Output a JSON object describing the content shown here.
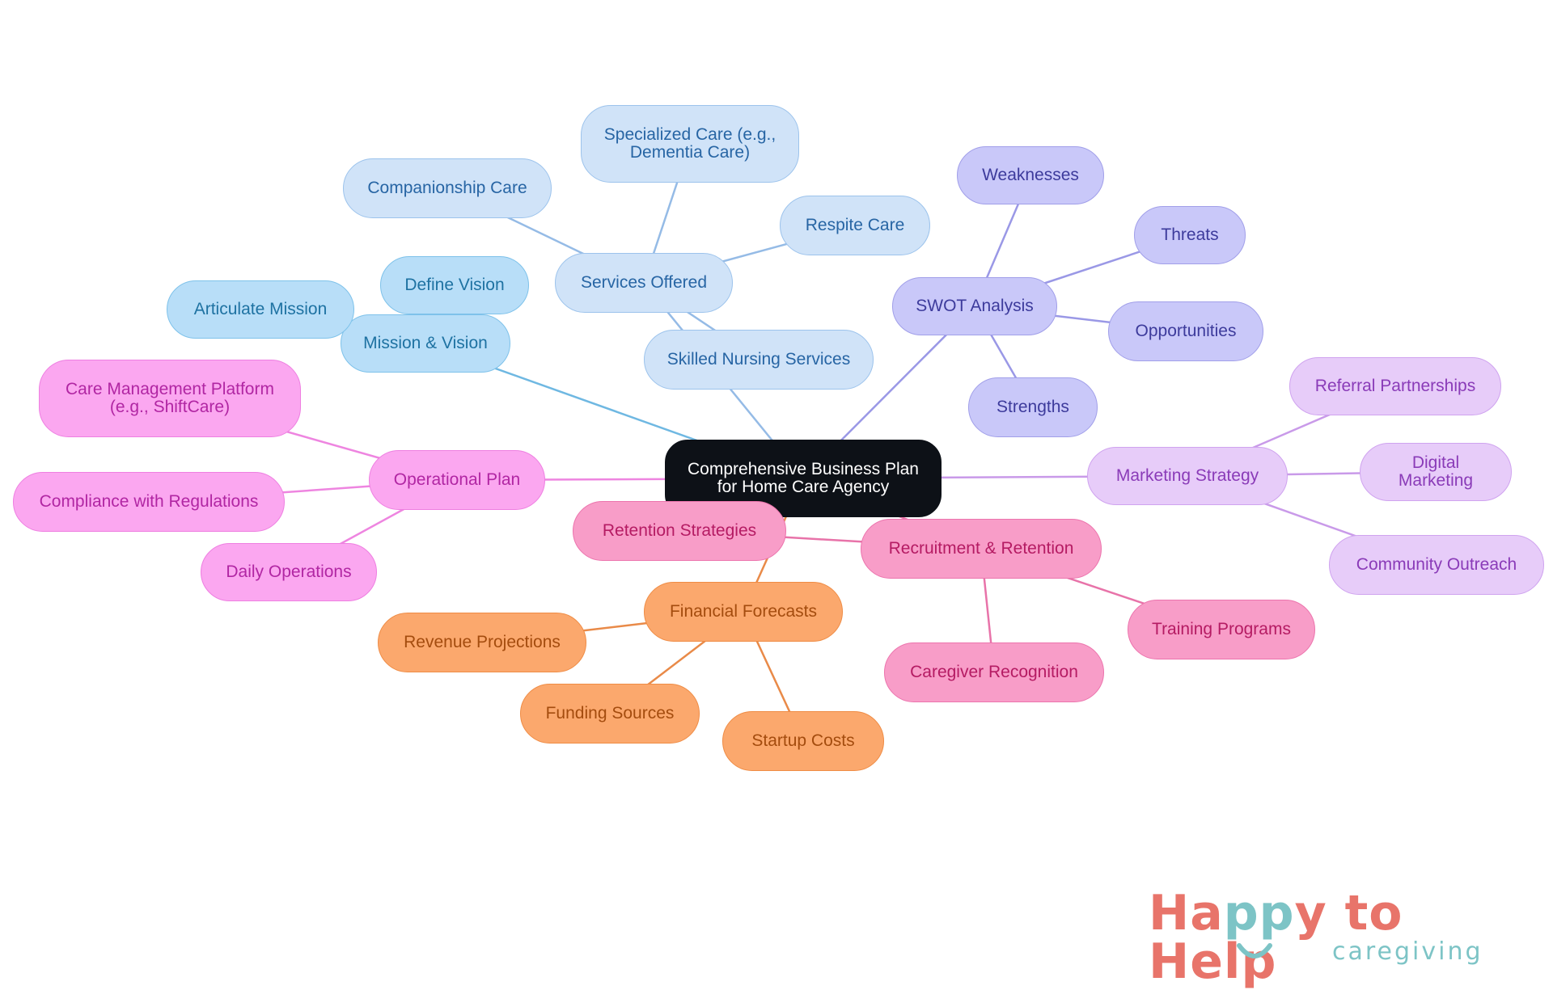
{
  "diagram": {
    "root": {
      "id": "root",
      "label": "Comprehensive Business Plan\nfor Home Care Agency"
    },
    "branches": [
      {
        "id": "mission",
        "label": "Mission & Vision",
        "color": "#b8def8",
        "children": [
          {
            "id": "articulate",
            "label": "Articulate Mission"
          },
          {
            "id": "define",
            "label": "Define Vision"
          }
        ]
      },
      {
        "id": "services",
        "label": "Services Offered",
        "color": "#d0e3f8",
        "children": [
          {
            "id": "companionship",
            "label": "Companionship Care"
          },
          {
            "id": "specialized",
            "label": "Specialized Care (e.g.,\nDementia Care)"
          },
          {
            "id": "respite",
            "label": "Respite Care"
          },
          {
            "id": "skilled",
            "label": "Skilled Nursing Services"
          }
        ]
      },
      {
        "id": "swot",
        "label": "SWOT Analysis",
        "color": "#c9c8f9",
        "children": [
          {
            "id": "weaknesses",
            "label": "Weaknesses"
          },
          {
            "id": "threats",
            "label": "Threats"
          },
          {
            "id": "opportunities",
            "label": "Opportunities"
          },
          {
            "id": "strengths",
            "label": "Strengths"
          }
        ]
      },
      {
        "id": "marketing",
        "label": "Marketing Strategy",
        "color": "#e7ccf9",
        "children": [
          {
            "id": "referral",
            "label": "Referral Partnerships"
          },
          {
            "id": "digital",
            "label": "Digital Marketing"
          },
          {
            "id": "community",
            "label": "Community Outreach"
          }
        ]
      },
      {
        "id": "operational",
        "label": "Operational Plan",
        "color": "#fba7f0",
        "children": [
          {
            "id": "platform",
            "label": "Care Management Platform\n(e.g., ShiftCare)"
          },
          {
            "id": "compliance",
            "label": "Compliance with Regulations"
          },
          {
            "id": "daily",
            "label": "Daily Operations"
          }
        ]
      },
      {
        "id": "recruitment",
        "label": "Recruitment & Retention",
        "color": "#f89dc8",
        "children": [
          {
            "id": "retention",
            "label": "Retention Strategies"
          },
          {
            "id": "training",
            "label": "Training Programs"
          },
          {
            "id": "recognition",
            "label": "Caregiver Recognition"
          }
        ]
      },
      {
        "id": "financial",
        "label": "Financial Forecasts",
        "color": "#fba86d",
        "children": [
          {
            "id": "revenue",
            "label": "Revenue Projections"
          },
          {
            "id": "funding",
            "label": "Funding Sources"
          },
          {
            "id": "startup",
            "label": "Startup Costs"
          }
        ]
      }
    ]
  },
  "logo": {
    "main_text": "Happy to Help",
    "sub_text": "caregiving",
    "colors": {
      "primary": "#e8746a",
      "secondary": "#7dc4c6"
    }
  }
}
